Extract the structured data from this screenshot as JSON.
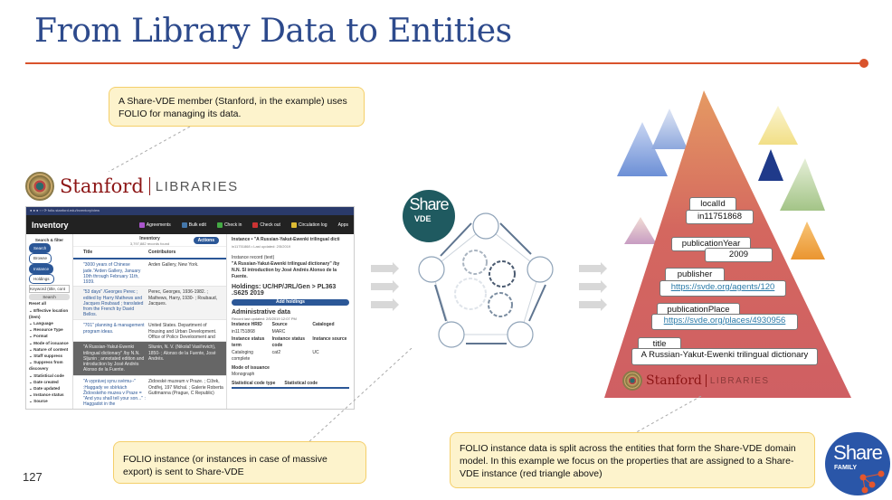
{
  "title": "From Library Data to Entities",
  "page_number": "127",
  "callouts": {
    "stanford": "A Share-VDE member (Stanford, in the example) uses FOLIO for managing its data.",
    "sent": "FOLIO instance (or instances in case of massive export) is sent to Share-VDE",
    "split": "FOLIO instance data is split across the entities that form the Share-VDE domain model. In this example we focus on the properties that are assigned to a Share-VDE instance (red triangle above)"
  },
  "stanford_logo": {
    "name": "Stanford",
    "libraries": "LIBRARIES"
  },
  "share_vde_logo": {
    "share": "Share",
    "vde": "VDE"
  },
  "share_family_logo": {
    "share": "Share",
    "family": "FAMILY"
  },
  "folio": {
    "app": "Inventory",
    "top_items": [
      "Agreements",
      "Bulk edit",
      "Check in",
      "Check out",
      "Circulation log",
      "Apps"
    ],
    "side": {
      "title": "Search & filter",
      "search": "Search",
      "browse": "Browse",
      "instance": "Instance",
      "holdings": "Holdings",
      "keyword": "Keyword (title, cont",
      "search_btn": "Search",
      "reset": "Reset all",
      "filters": [
        "Effective location (item)",
        "Language",
        "Resource Type",
        "Format",
        "Mode of issuance",
        "Nature of content",
        "Staff suppress",
        "Suppress from discovery",
        "Statistical code",
        "Date created",
        "Date updated",
        "Instance status",
        "Source"
      ]
    },
    "list": {
      "title": "Inventory",
      "count": "3,797,882 records found",
      "actions": "Actions",
      "col_title": "Title",
      "col_contrib": "Contributors",
      "rows": [
        {
          "title": "\"3000 years of Chinese jade.\"Arden Gallery, January 10th through February 11th, 1939.",
          "contrib": "Arden Gallery, New York."
        },
        {
          "title": "\"53 days\" /Georges Perec ; edited by Harry Mathews and Jacques Roubaud ; translated from the French by David Bellos.",
          "contrib": "Perec, Georges, 1936-1982. ; Mathews, Harry, 1930- ; Roubaud, Jacques."
        },
        {
          "title": "\"701\" planning & management program ideas.",
          "contrib": "United States. Department of Housing and Urban Development. Office of Policy Development and"
        },
        {
          "title": "\"A Russian-Yakut-Ewenki trilingual dictionary\" /by N.N. Sljunin ; annotated edition and introduction by José Andrés Alonso de la Fuente.",
          "contrib": "Sli︠u︡nin, N. V. (Nikolaĭ Vasilʹevich), 1850- ; Alonso de la Fuente, José Andrés."
        },
        {
          "title": "\"A vyprávej synu svému--\" :Haggady ve sbírkách Židovského muzea v Praze = \"And you shall tell your son...\" : Haggadot in the",
          "contrib": "Židovské muzeum v Praze. ; Čížek, Ondřej, 197 Michal. ; Galerie Roberta Guttmanna (Prague, C Republic)"
        }
      ]
    },
    "detail": {
      "header": "Instance • \"A Russian-Yakut-Ewenki trilingual dicti",
      "sub": "in11751868 • Last updated: 2/5/2019",
      "record": "Instance record (text)",
      "text": "\"A Russian-Yakut-Ewenki trilingual dictionary\" /by N.N. Sl introduction by José Andrés Alonso de la Fuente.",
      "holdings": "Holdings: UC/HP/JRL/Gen > PL363 .S625 2019",
      "add_holdings": "Add holdings",
      "admin": "Administrative data",
      "record_updated": "Record last updated: 2/5/2019 12:07 PM",
      "fields": [
        [
          "Instance HRID",
          "in11751868"
        ],
        [
          "Source",
          "MARC"
        ],
        [
          "Cataloged",
          ""
        ],
        [
          "Instance status term",
          "Cataloging complete"
        ],
        [
          "Instance status code",
          "cat2"
        ],
        [
          "Instance source",
          "UC"
        ]
      ],
      "mode_label": "Mode of issuance",
      "mode": "Monograph",
      "stat_type": "Statistical code type",
      "stat_code": "Statistical code"
    }
  },
  "pyramid": {
    "fields": [
      {
        "label": "localId",
        "value": "in11751868",
        "link": false
      },
      {
        "label": "publicationYear",
        "value": "2009",
        "link": false
      },
      {
        "label": "publisher",
        "value": "https://svde.org/agents/120",
        "link": true
      },
      {
        "label": "publicationPlace",
        "value": "https://svde.org/places/4930956",
        "link": true
      },
      {
        "label": "title",
        "value": "A Russian-Yakut-Ewenki trilingual dictionary",
        "link": false
      }
    ],
    "colors": {
      "top": "#e08a60",
      "bottom": "#cf5a5f"
    }
  },
  "colors": {
    "title": "#2d4a8c",
    "accent": "#d9532c",
    "callout_fill": "#fdf3cc"
  }
}
